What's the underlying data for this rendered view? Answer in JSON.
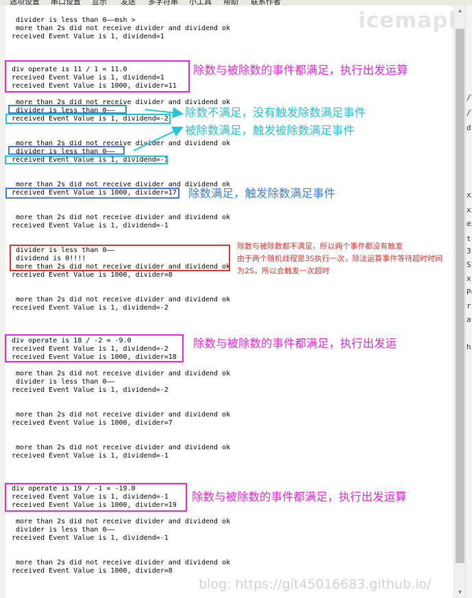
{
  "window": {
    "menu_items": [
      "选项设置",
      "串口设置",
      "显示",
      "发送",
      "多字符串",
      "小工具",
      "帮助",
      "联系作者"
    ],
    "watermark": "icemaple",
    "blog_watermark": "blog: https://git45016683.github.io/",
    "right_edge_fragments": [
      "/\\",
      "/\\",
      "d",
      "xx",
      "xx",
      "ex",
      "t.",
      "3",
      "SI",
      "x",
      "Po",
      "rin",
      "at",
      "h"
    ]
  },
  "console": {
    "lines": [
      " divider is less than 0——msh >",
      " more than 2s did not receive divider and dividend ok",
      "received Event Value is 1, dividend=1",
      "div operate is 11 / 1 = 11.0",
      "received Event Value is 1, dividend=1",
      "received Event Value is 1000, divider=11",
      " more than 2s did not receive divider and dividend ok",
      " divider is less than 0——",
      "received Event Value is 1, dividend=-2",
      " more than 2s did not receive divider and dividend ok",
      " divider is less than 0——",
      "received Event Value is 1, dividend=-1",
      " more than 2s did not receive divider and dividend ok",
      "received Event Value is 1000, divider=17",
      " more than 2s did not receive divider and dividend ok",
      "received Event Value is 1, dividend=-1",
      " divider is less than 0——",
      " dividend is 0!!!!",
      " more than 2s did not receive divider and dividend ok",
      "received Event Value is 1000, divider=8",
      " more than 2s did not receive divider and dividend ok",
      "received Event Value is 1, dividend=-2",
      "div operate is 18 / -2 = -9.0",
      "received Event Value is 1, dividend=-2",
      "received Event Value is 1000, divider=18",
      " more than 2s did not receive divider and dividend ok",
      " divider is less than 0——",
      "received Event Value is 1, dividend=-2",
      " more than 2s did not receive divider and dividend ok",
      "received Event Value is 1000, divider=7",
      " more than 2s did not receive divider and dividend ok",
      "received Event Value is 1, dividend=-1",
      "div operate is 19 / -1 = -19.0",
      "received Event Value is 1, dividend=-1",
      "received Event Value is 1000, divider=19",
      " more than 2s did not receive divider and dividend ok",
      " divider is less than 0——",
      "received Event Value is 1, dividend=-1",
      " more than 2s did not receive divider and dividend ok",
      "received Event Value is 1000, divider=8"
    ]
  },
  "annotations": {
    "both_met_1": "除数与被除数的事件都满足，执行出发运算",
    "divider_not_met": "除数不满足，没有触发除数满足事件",
    "dividend_met": "被除数满足，触发被除数满足事件",
    "divider_met": "除数满足，触发除数满足事件",
    "neither_met": [
      "除数与被除数都不满足，所以两个事件都没有触发",
      "由于两个随机线程是3S执行一次，除法运算事件等待超时时间",
      "为2S，所以会触发一次超时"
    ],
    "both_met_2": "除数与被除数的事件都满足，执行出发运",
    "both_met_3": "除数与被除数的事件都满足，执行出发运算"
  },
  "colors": {
    "magenta": "#ee22dd",
    "cyan": "#22c4d8",
    "blue": "#3a7fd5",
    "red": "#e8302a"
  }
}
